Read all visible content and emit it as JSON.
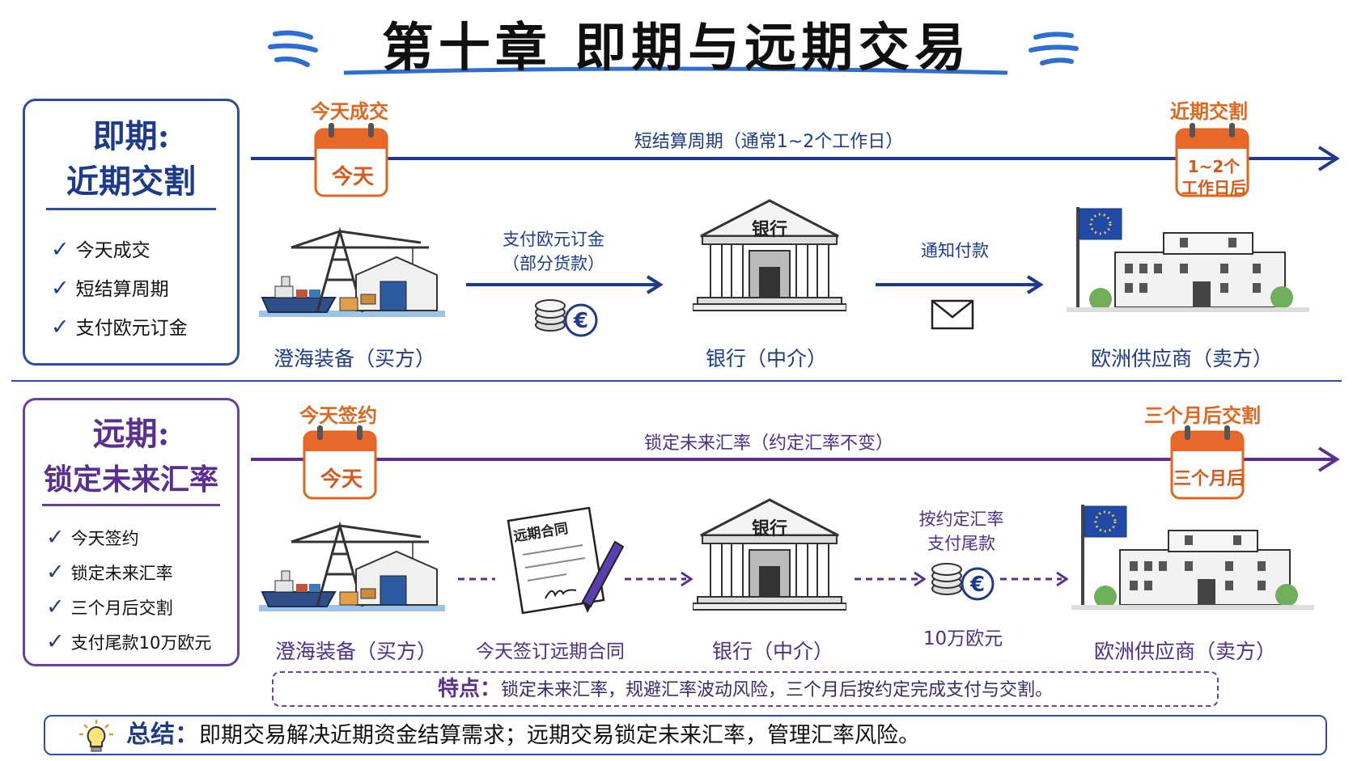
{
  "title": "第十章  即期与远期交易",
  "spot": {
    "panel_title_1": "即期:",
    "panel_title_2": "近期交割",
    "checklist": [
      "今天成交",
      "短结算周期",
      "支付欧元订金"
    ],
    "start_label": "今天成交",
    "start_cal": "今天",
    "end_label": "近期交割",
    "end_cal_1": "1~2个",
    "end_cal_2": "工作日后",
    "timeline_label": "短结算周期（通常1~2个工作日）",
    "buyer": "澄海装备（买方）",
    "pay_label_1": "支付欧元订金",
    "pay_label_2": "（部分货款）",
    "bank_sign": "银行",
    "bank": "银行（中介）",
    "notify_label": "通知付款",
    "seller": "欧洲供应商（卖方）"
  },
  "forward": {
    "panel_title_1": "远期:",
    "panel_title_2": "锁定未来汇率",
    "checklist": [
      "今天签约",
      "锁定未来汇率",
      "三个月后交割",
      "支付尾款10万欧元"
    ],
    "start_label": "今天签约",
    "start_cal": "今天",
    "end_label": "三个月后交割",
    "end_cal": "三个月后",
    "timeline_label": "锁定未来汇率（约定汇率不变）",
    "buyer": "澄海装备（买方）",
    "contract_doc": "远期合同",
    "contract_caption": "今天签订远期合同",
    "bank_sign": "银行",
    "bank": "银行（中介）",
    "pay_label_1": "按约定汇率",
    "pay_label_2": "支付尾款",
    "amount": "10万欧元",
    "seller": "欧洲供应商（卖方）"
  },
  "features_label": "特点：",
  "features_text": "锁定未来汇率，规避汇率波动风险，三个月后按约定完成支付与交割。",
  "summary_label": "总结：",
  "summary_text": "即期交易解决近期资金结算需求；远期交易锁定未来汇率，管理汇率风险。",
  "colors": {
    "blue": "#1d3b8c",
    "purple": "#5a2f91",
    "orange": "#e0661c"
  }
}
